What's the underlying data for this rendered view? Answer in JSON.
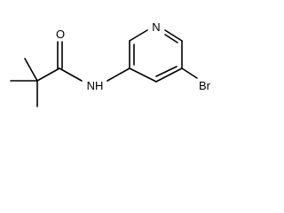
{
  "molecule": {
    "atoms": {
      "oxygen": "O",
      "ring_nitrogen": "N",
      "amide_nh": "NH",
      "bromine": "Br"
    }
  }
}
